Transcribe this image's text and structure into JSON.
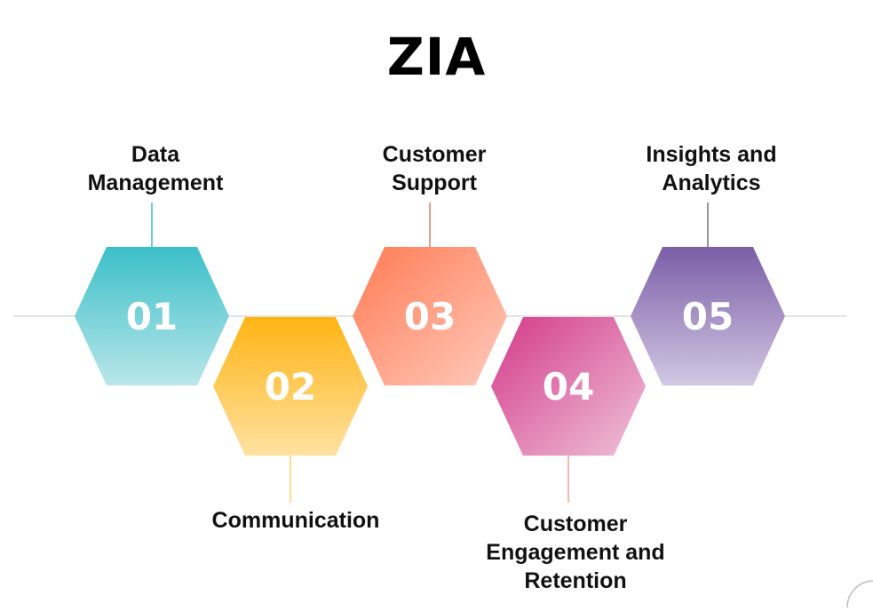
{
  "title": "ZIA",
  "steps": [
    {
      "number": "01",
      "label_lines": [
        "Data",
        "Management"
      ],
      "color_top": "#3cbfc8",
      "color_bottom": "#b9e7ea"
    },
    {
      "number": "02",
      "label_lines": [
        "Communication"
      ],
      "color_top": "#ffb414",
      "color_bottom": "#ffe1a0"
    },
    {
      "number": "03",
      "label_lines": [
        "Customer",
        "Support"
      ],
      "color_top": "#ff7b54",
      "color_bottom": "#ffcbbd"
    },
    {
      "number": "04",
      "label_lines": [
        "Customer",
        "Engagement and",
        "Retention"
      ],
      "color_top": "#d3398a",
      "color_bottom": "#efc3d8"
    },
    {
      "number": "05",
      "label_lines": [
        "Insights and",
        "Analytics"
      ],
      "color_top": "#7b5ea7",
      "color_bottom": "#d2c7e3"
    }
  ]
}
